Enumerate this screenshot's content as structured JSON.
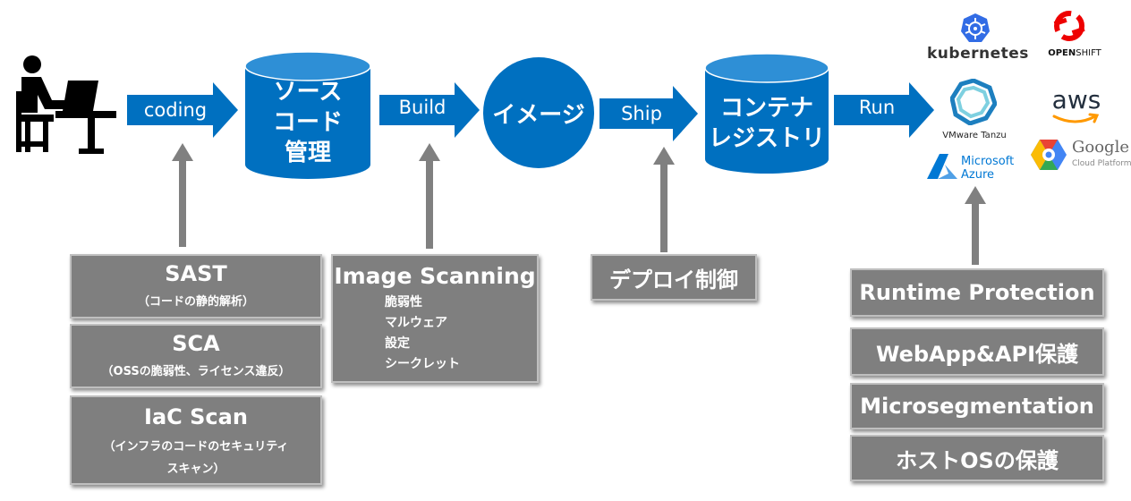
{
  "flow": {
    "coding": "coding",
    "build": "Build",
    "ship": "Ship",
    "run": "Run"
  },
  "nodes": {
    "source_code": [
      "ソース",
      "コード",
      "管理"
    ],
    "image": "イメージ",
    "registry": [
      "コンテナ",
      "レジストリ"
    ]
  },
  "boxes": {
    "sast_title": "SAST",
    "sast_sub": "（コードの静的解析）",
    "sca_title": "SCA",
    "sca_sub": "（OSSの脆弱性、ライセンス違反）",
    "iac_title": "IaC Scan",
    "iac_sub_1": "（インフラのコードのセキュリティ",
    "iac_sub_2": "スキャン）",
    "image_scan_title": "Image Scanning",
    "image_scan_items": [
      "脆弱性",
      "マルウェア",
      "設定",
      "シークレット"
    ],
    "deploy_control": "デプロイ制御",
    "runtime_protection": "Runtime Protection",
    "webapp_api": "WebApp&API保護",
    "microsegmentation": "Microsegmentation",
    "host_os": "ホストOSの保護"
  },
  "platforms": {
    "kubernetes": "kubernetes",
    "openshift_open": "OPEN",
    "openshift_shift": "SHIFT",
    "vmware_tanzu": "VMware Tanzu",
    "aws": "aws",
    "microsoft": "Microsoft",
    "azure": "Azure",
    "google": "Google",
    "cloud_platform": "Cloud Platform"
  },
  "colors": {
    "flow_blue": "#0070c0",
    "box_gray": "#7f7f7f",
    "gray_arrow": "#808080",
    "k8s_blue": "#326ce5",
    "openshift_red": "#ee0000",
    "aws_orange": "#ff9900",
    "azure_blue": "#0078d4"
  }
}
